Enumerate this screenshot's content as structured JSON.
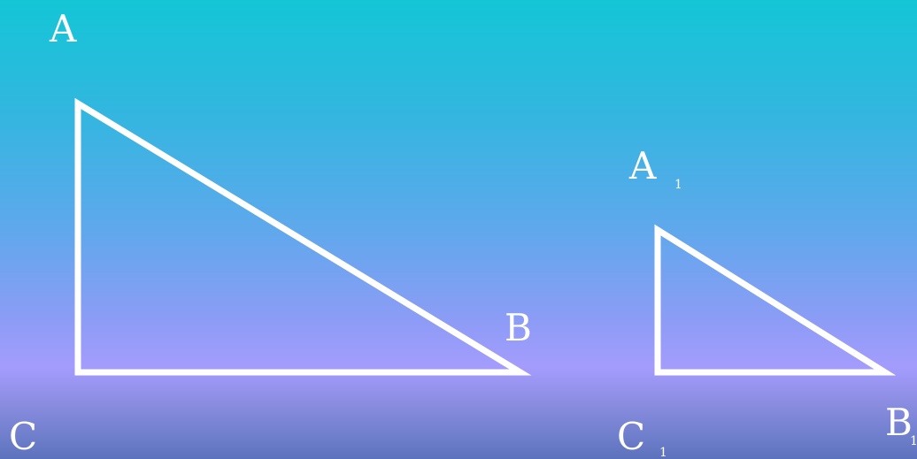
{
  "triangles": [
    {
      "vertices": {
        "a": "A",
        "b": "B",
        "c": "C"
      }
    },
    {
      "vertices": {
        "a": "A",
        "a_sub": "1",
        "b": "B",
        "b_sub": "1",
        "c": "C",
        "c_sub": "1"
      }
    }
  ],
  "colors": {
    "stroke": "#ffffff",
    "label": "#ffffff",
    "background_top": "#13c6d6",
    "background_mid": "#a49cfd",
    "background_bottom": "#5d72bc"
  }
}
